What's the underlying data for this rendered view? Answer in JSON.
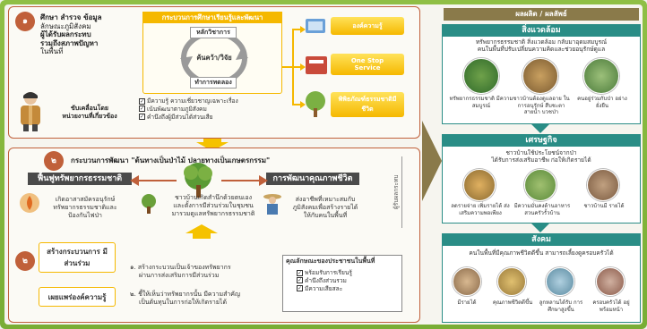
{
  "section1": {
    "number": "๑",
    "study_text": [
      "ศึกษา สำรวจ ข้อมูล",
      "ลักษณะภูมิสังคม",
      "ผู้ได้รับผลกระทบ",
      "รวมถึงสภาพปัญหา",
      "ในพื้นที่"
    ],
    "driver_label": [
      "ขับเคลื่อนโดย",
      "หน่วยงานที่เกี่ยวข้อง"
    ],
    "process_title": "กระบวนการศึกษาเรียนรู้และพัฒนา",
    "cycle": {
      "top": "หลักวิชาการ",
      "middle": "ค้นคว้า/วิจัย",
      "bottom": "ทำการทดลอง"
    },
    "checklist": [
      "มีความรู้ ความเชี่ยวชาญเฉพาะเรื่อง",
      "เน้นพัฒนาตามภูมิสังคม",
      "คำนึงถึงผู้มีส่วนได้ส่วนเสีย"
    ],
    "outputs": [
      "องค์ความรู้",
      "One Stop Service",
      "พิพิธภัณฑ์ธรรมชาติมีชีวิต"
    ]
  },
  "section2": {
    "number": "๒",
    "title": "กระบวนการพัฒนา \"ต้นทางเป็นป่าไม้ ปลายทางเป็นเกษตรกรรม\"",
    "left_head": "ฟื้นฟูทรัพยากรธรรมชาติ",
    "right_head": "การพัฒนาคุณภาพชีวิต",
    "left_text": [
      "เกิดอาสาสมัครอนุรักษ์",
      "ทรัพยากรธรรมชาติและ",
      "ป้องกันไฟป่า"
    ],
    "center_text": [
      "ชาวบ้านเกิดสำนึกด้วยตนเอง",
      "และตั้งการมีส่วนร่วมในชุมชน",
      "มารวมดูแลทรัพยากรธรรมชาติ"
    ],
    "right_text": [
      "ส่งอาชีพที่เหมาะสมกับ",
      "ภูมิสังคมเพื่อสร้างรายได้",
      "ให้กับคนในพื้นที่"
    ],
    "vertical": "ผู้รับผลกระทบ",
    "sub_buttons": [
      "สร้างกระบวนการ มีส่วนร่วม",
      "เผยแพร่องค์ความรู้"
    ],
    "sub_text1": [
      "๑. สร้างกระบวนเป็นเจ้าของทรัพยากร",
      "ผ่านการส่งเสริมการมีส่วนร่วม"
    ],
    "sub_text2": [
      "๒. ชี้ให้เห็นว่าทรัพยากรนั้น มีความสำคัญ",
      "เป็นต้นทุนในการก่อให้เกิดรายได้"
    ],
    "qualities_title": "คุณลักษณะของประชาชนในพื้นที่",
    "qualities": [
      "พร้อมรับการเรียนรู้",
      "คำนึงถึงส่วนรวม",
      "มีความเสียสละ"
    ]
  },
  "results": {
    "header": "ผลผลิต / ผลลัพธ์",
    "env": {
      "title": "สิ่งแวดล้อม",
      "desc": [
        "ทรัพยากรธรรมชาติ สิ่งแวดล้อม กลับมาอุดมสมบูรณ์",
        "คนในพื้นที่ปรับเปลี่ยนความคิดและช่วยอนุรักษ์ดูแล"
      ],
      "captions": [
        "ทรัพยากรธรรมชาติ มีความสมบูรณ์",
        "ชาวบ้านต้องดูแลอาย ในการอนุรักษ์ สืบชะตาสายน้ำ บวชป่า",
        "คนอยู่ร่วมกับป่า อย่างยั่งยืน"
      ]
    },
    "econ": {
      "title": "เศรษฐกิจ",
      "desc": [
        "ชาวบ้านใช้ประโยชน์จากป่า",
        "ได้รับการส่งเสริมอาชีพ ก่อให้เกิดรายได้"
      ],
      "captions": [
        "ลดรายจ่าย เพิ่มรายได้ ส่งเสริมความพอเพียง",
        "มีความมั่นคงด้านอาหาร สวนครัวรั้วบ้าน",
        "ชาวบ้านมี รายได้"
      ]
    },
    "social": {
      "title": "สังคม",
      "desc": "คนในพื้นที่มีคุณภาพชีวิตดีขึ้น สามารถเลี้ยงดูครอบครัวได้",
      "captions": [
        "มีรายได้",
        "คุณภาพชีวิตดีขึ้น",
        "ลูกหลานได้รับ การศึกษาสูงขึ้น",
        "ครอบครัวได้ อยู่พร้อมหน้า"
      ]
    }
  },
  "colors": {
    "brown": "#c0603a",
    "yellow": "#f5b800",
    "green": "#2e8b3c",
    "teal": "#2a8d86",
    "olive": "#8a7a4a"
  }
}
